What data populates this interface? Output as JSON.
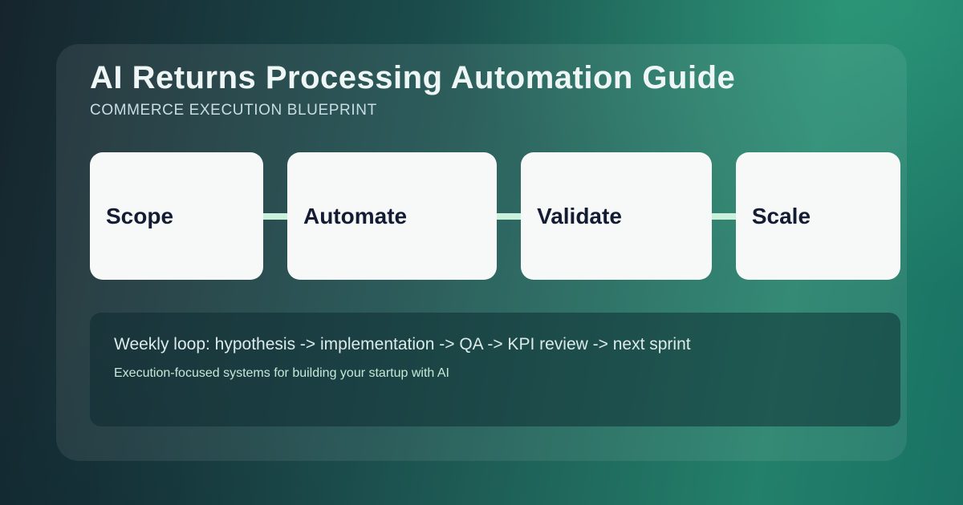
{
  "header": {
    "title": "AI Returns Processing Automation Guide",
    "subtitle": "COMMERCE EXECUTION BLUEPRINT"
  },
  "steps": [
    {
      "label": "Scope"
    },
    {
      "label": "Automate"
    },
    {
      "label": "Validate"
    },
    {
      "label": "Scale"
    }
  ],
  "footer": {
    "loop": "Weekly loop: hypothesis -> implementation -> QA -> KPI review -> next sprint",
    "description": "Execution-focused systems for building your startup with AI"
  },
  "colors": {
    "background_dark": "#16242d",
    "background_green": "#27826a",
    "card_overlay": "rgba(255,255,255,0.08)",
    "step_box_bg": "#f6f9f8",
    "step_label": "#141c34",
    "connector": "#c9f1dc",
    "title": "#eef6f6",
    "subtitle": "#c8dde4",
    "footer_box_bg": "rgba(10,39,45,0.5)",
    "loop_text": "#dcebea",
    "description_text": "#c6e8d7"
  }
}
